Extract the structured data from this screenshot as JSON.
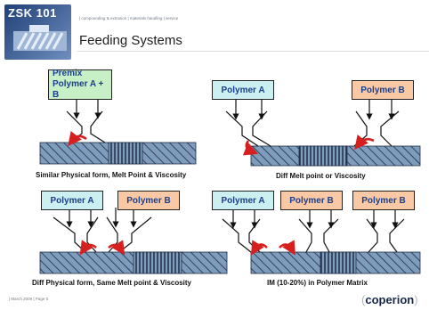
{
  "header": {
    "logo_title": "ZSK 101",
    "nav_text": "| compounding & extrusion | materials handling | service",
    "title": "Feeding Systems"
  },
  "panels": [
    {
      "boxes": [
        {
          "line1": "Premix",
          "line2": "Polymer A + B"
        }
      ],
      "caption": "Similar Physical form, Melt Point & Viscosity"
    },
    {
      "boxes": [
        {
          "label": "Polymer A"
        },
        {
          "label": "Polymer B"
        }
      ],
      "caption": "Diff Melt point or Viscosity"
    },
    {
      "boxes": [
        {
          "label": "Polymer A"
        },
        {
          "label": "Polymer B"
        }
      ],
      "caption": "Diff Physical form, Same Melt point & Viscosity"
    },
    {
      "boxes": [
        {
          "label": "Polymer A"
        },
        {
          "label": "Polymer B"
        },
        {
          "label": "Polymer B"
        }
      ],
      "caption": "IM (10-20%) in Polymer Matrix"
    }
  ],
  "footer": {
    "left": "| March 2009 | Page 5",
    "brand": "coperion",
    "brand_open": "(",
    "brand_close": ")"
  },
  "colors": {
    "blue_box": "#ccf0f2",
    "orange_box": "#f9c9a6",
    "green_box": "#c7f0c6",
    "label_text": "#1b3f8a",
    "arrow_red": "#d62020",
    "screw_fill": "#7e9cbc"
  }
}
